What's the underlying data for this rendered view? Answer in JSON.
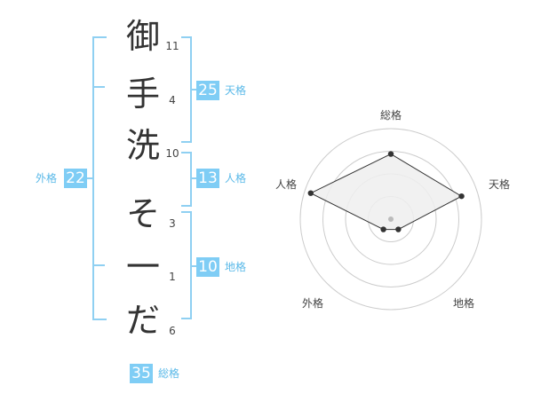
{
  "name": {
    "characters": [
      {
        "char": "御",
        "strokes": "11"
      },
      {
        "char": "手",
        "strokes": "4"
      },
      {
        "char": "洗",
        "strokes": "10"
      },
      {
        "char": "そ",
        "strokes": "3"
      },
      {
        "char": "一",
        "strokes": "1"
      },
      {
        "char": "だ",
        "strokes": "6"
      }
    ]
  },
  "fortune": {
    "tenkaku": {
      "value": "25",
      "label": "天格"
    },
    "jinkaku": {
      "value": "13",
      "label": "人格"
    },
    "chikaku": {
      "value": "10",
      "label": "地格"
    },
    "gaikaku": {
      "value": "22",
      "label": "外格"
    },
    "soukaku": {
      "value": "35",
      "label": "総格"
    }
  },
  "radar": {
    "axes": [
      "総格",
      "天格",
      "地格",
      "外格",
      "人格"
    ],
    "levels": 4,
    "values": [
      0.72,
      0.82,
      0.14,
      0.14,
      0.93
    ],
    "colors": {
      "fill": "#eeeeee",
      "stroke": "#333333",
      "grid": "#cccccc",
      "dot": "#333333",
      "center": "#bbbbbb"
    }
  }
}
